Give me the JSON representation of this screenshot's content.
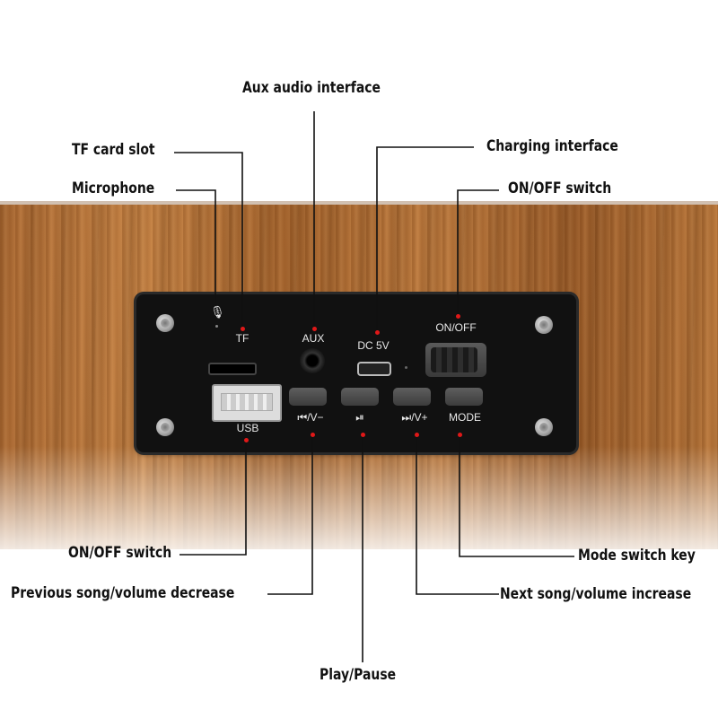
{
  "callouts": {
    "aux": "Aux audio interface",
    "tf": "TF card slot",
    "mic": "Microphone",
    "charging": "Charging interface",
    "onoff_top": "ON/OFF switch",
    "onoff_bottom": "ON/OFF switch",
    "prev": "Previous song/volume decrease",
    "play": "Play/Pause",
    "next": "Next song/volume increase",
    "mode": "Mode switch key"
  },
  "panel_labels": {
    "tf": "TF",
    "aux": "AUX",
    "dc": "DC 5V",
    "onoff": "ON/OFF",
    "usb": "USB",
    "prev": "⏮/V−",
    "play": "⏯",
    "next": "⏭/V+",
    "mode": "MODE"
  },
  "colors": {
    "accent": "#e01818",
    "panel": "#111111",
    "wood": "#b06d35"
  }
}
